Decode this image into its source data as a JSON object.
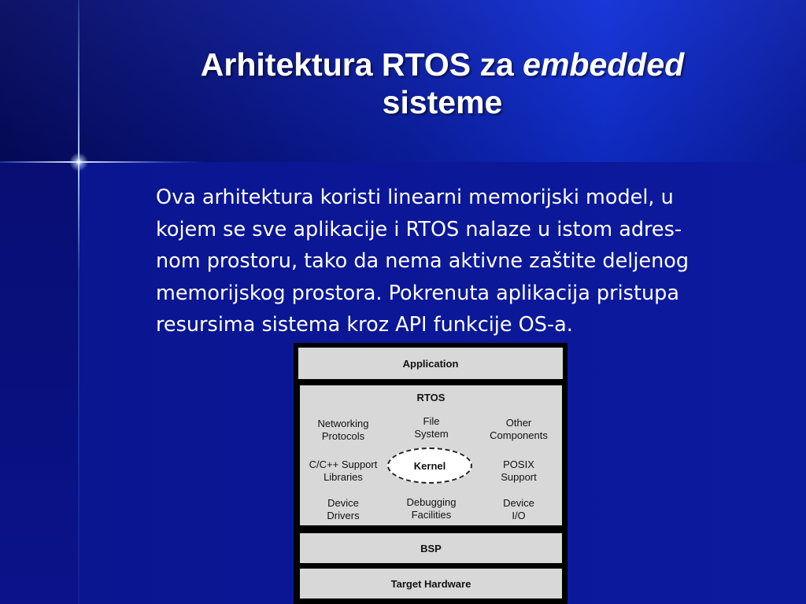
{
  "slide": {
    "title_part1": "Arhitektura RTOS za ",
    "title_emphasis": "embedded",
    "title_part2": "sisteme",
    "paragraph_lines": [
      "Ova arhitektura koristi linearni memorijski model,  u",
      "kojem se sve aplikacije i RTOS nalaze u istom adres-",
      "nom prostoru, tako da nema aktivne zaštite deljenog",
      "memorijskog prostora. Pokrenuta aplikacija pristupa",
      "resursima sistema kroz API funkcije OS-a."
    ]
  },
  "diagram": {
    "application": "Application",
    "rtos": "RTOS",
    "components": {
      "networking": [
        "Networking",
        "Protocols"
      ],
      "file_system": [
        "File",
        "System"
      ],
      "other": [
        "Other",
        "Components"
      ],
      "cpp": [
        "C/C++ Support",
        "Libraries"
      ],
      "posix": [
        "POSIX",
        "Support"
      ],
      "device_drivers": [
        "Device",
        "Drivers"
      ],
      "debugging": [
        "Debugging",
        "Facilities"
      ],
      "device_io": [
        "Device",
        "I/O"
      ]
    },
    "kernel": "Kernel",
    "bsp": "BSP",
    "target_hardware": "Target Hardware"
  },
  "colors": {
    "background": "#0a1590",
    "header_highlight": "#1030d8",
    "text": "#ffffff",
    "diagram_fill": "#d8d8d8"
  }
}
